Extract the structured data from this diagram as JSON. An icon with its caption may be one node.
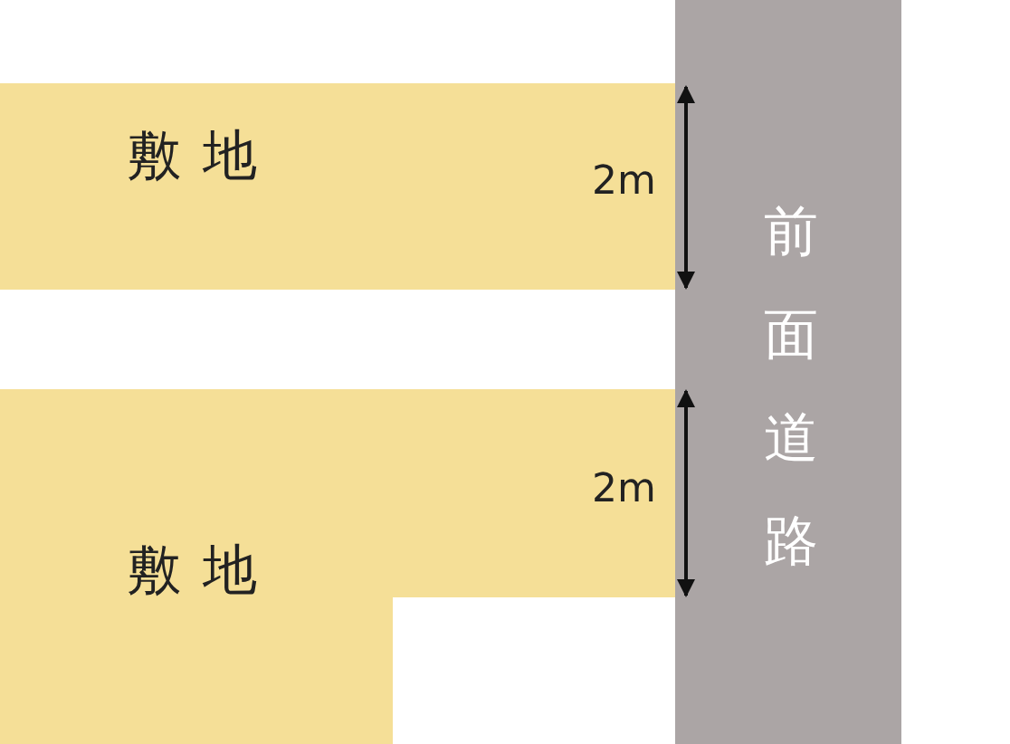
{
  "diagram": {
    "nodes": [
      {
        "text": [
          "敷地"
        ]
      },
      {
        "text": [
          "敷地"
        ]
      },
      {
        "text": [
          "前面道路"
        ]
      }
    ],
    "edges": [],
    "labels": [
      "2m",
      "2m"
    ]
  }
}
